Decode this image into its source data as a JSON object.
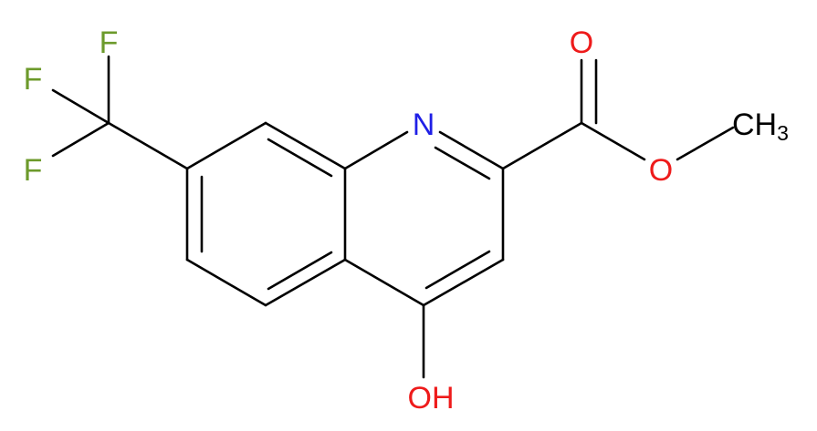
{
  "colors": {
    "background": "#ffffff",
    "bond": "#000000",
    "fluorine": "#6c9a2b",
    "nitrogen": "#1f1fe6",
    "oxygen": "#ee1b1b",
    "carbon": "#000000"
  },
  "atoms": {
    "f_top": "F",
    "f_left": "F",
    "f_bottom": "F",
    "n": "N",
    "o_carbonyl": "O",
    "o_ester": "O",
    "ch3_main": "CH",
    "ch3_sub": "3",
    "oh": "OH"
  }
}
